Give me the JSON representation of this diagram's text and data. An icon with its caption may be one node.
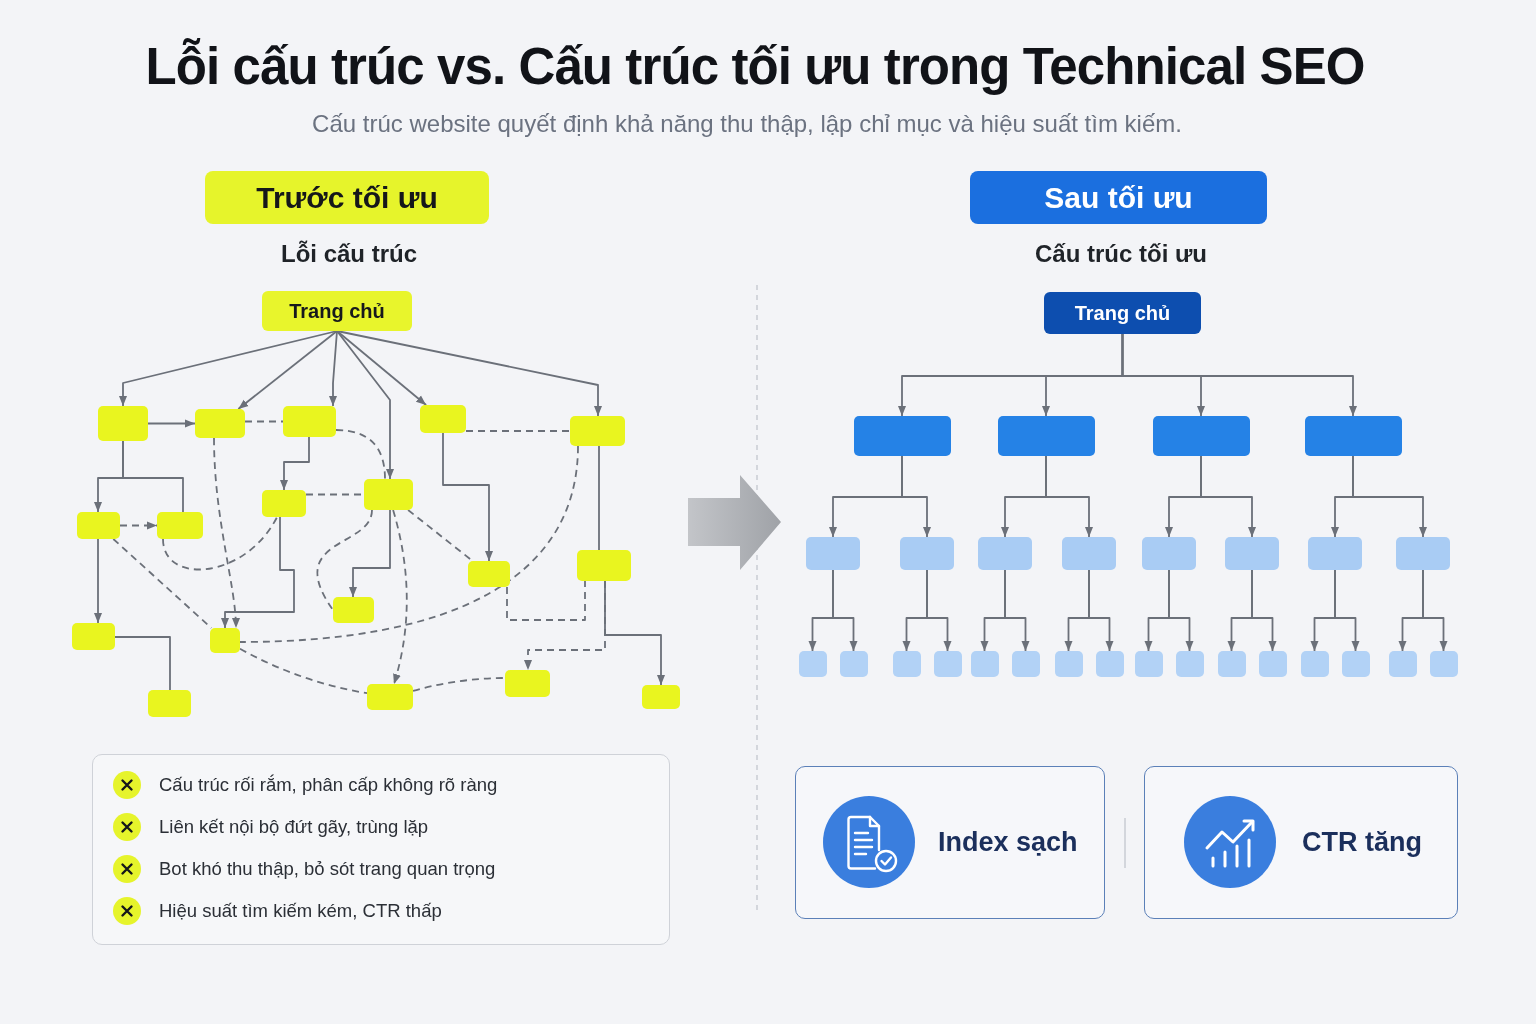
{
  "diagram": {
    "title": "Lỗi cấu trúc vs. Cấu trúc tối ưu trong Technical SEO",
    "nodes": [
      {
        "text": [
          "Trước tối ưu"
        ]
      },
      {
        "text": [
          "Sau tối ưu"
        ]
      },
      {
        "text": [
          "Trang chủ"
        ]
      },
      {
        "text": [],
        "shape": "box"
      },
      {
        "text": [],
        "shape": "box"
      },
      {
        "text": [],
        "shape": "box"
      },
      {
        "text": [],
        "shape": "box"
      },
      {
        "text": [],
        "shape": "box"
      },
      {
        "text": [],
        "shape": "box"
      },
      {
        "text": [],
        "shape": "box"
      },
      {
        "text": [],
        "shape": "box"
      },
      {
        "text": [],
        "shape": "box"
      },
      {
        "text": [],
        "shape": "box"
      },
      {
        "text": [],
        "shape": "box"
      },
      {
        "text": [],
        "shape": "box"
      },
      {
        "text": [],
        "shape": "box"
      },
      {
        "text": [],
        "shape": "box"
      },
      {
        "text": [],
        "shape": "box"
      },
      {
        "text": [],
        "shape": "box"
      },
      {
        "text": [],
        "shape": "box"
      },
      {
        "text": [],
        "shape": "box"
      },
      {
        "text": [
          "Trang chủ"
        ]
      },
      {
        "text": [],
        "shape": "box"
      },
      {
        "text": [],
        "shape": "box"
      },
      {
        "text": [],
        "shape": "box"
      },
      {
        "text": [],
        "shape": "box"
      },
      {
        "text": [],
        "shape": "box"
      },
      {
        "text": [],
        "shape": "box"
      },
      {
        "text": [],
        "shape": "box"
      },
      {
        "text": [],
        "shape": "box"
      },
      {
        "text": [],
        "shape": "box"
      },
      {
        "text": [],
        "shape": "box"
      },
      {
        "text": [],
        "shape": "box"
      },
      {
        "text": [],
        "shape": "box"
      },
      {
        "text": [],
        "shape": "box"
      },
      {
        "text": [],
        "shape": "box"
      },
      {
        "text": [],
        "shape": "box"
      },
      {
        "text": [],
        "shape": "box"
      },
      {
        "text": [],
        "shape": "box"
      },
      {
        "text": [],
        "shape": "box"
      },
      {
        "text": [],
        "shape": "box"
      },
      {
        "text": [],
        "shape": "box"
      },
      {
        "text": [],
        "shape": "box"
      },
      {
        "text": [],
        "shape": "box"
      },
      {
        "text": [],
        "shape": "box"
      },
      {
        "text": [],
        "shape": "box"
      },
      {
        "text": [],
        "shape": "box"
      },
      {
        "text": [],
        "shape": "box"
      },
      {
        "text": [],
        "shape": "box"
      },
      {
        "text": [],
        "shape": "box"
      },
      {
        "text": [
          "Cấu trúc rối rắm, phân cấp không rõ ràng",
          "Liên kết nội bộ đứt gãy, trùng lặp",
          "Bot khó thu thập, bỏ sót trang quan trọng",
          "Hiệu suất tìm kiếm kém, CTR thấp"
        ]
      },
      {
        "text": [
          "Index sạch"
        ]
      },
      {
        "text": [
          "CTR tăng"
        ]
      }
    ],
    "edges": [
      {
        "from": 2,
        "to": 3,
        "arrow": "to"
      },
      {
        "from": 2,
        "to": 4,
        "arrow": "to"
      },
      {
        "from": 2,
        "to": 5,
        "arrow": "to"
      },
      {
        "from": 2,
        "to": 9,
        "arrow": "to"
      },
      {
        "from": 2,
        "to": 6,
        "arrow": "to"
      },
      {
        "from": 2,
        "to": 7,
        "arrow": "to"
      },
      {
        "from": 3,
        "to": 4,
        "arrow": "to"
      },
      {
        "from": 3,
        "to": 10,
        "arrow": "to"
      },
      {
        "from": 3,
        "to": 11,
        "arrow": "none"
      },
      {
        "from": 10,
        "to": 11,
        "arrow": "to",
        "style": "dashed"
      },
      {
        "from": 5,
        "to": 8,
        "arrow": "to"
      },
      {
        "from": 10,
        "to": 15,
        "arrow": "to"
      },
      {
        "from": 15,
        "to": 19,
        "arrow": "none"
      },
      {
        "from": 8,
        "to": 16,
        "arrow": "to"
      },
      {
        "from": 9,
        "to": 14,
        "arrow": "to"
      },
      {
        "from": 6,
        "to": 12,
        "arrow": "to"
      },
      {
        "from": 7,
        "to": 13,
        "arrow": "none"
      },
      {
        "from": 13,
        "to": 20,
        "arrow": "to"
      },
      {
        "from": 4,
        "to": 5,
        "arrow": "none",
        "style": "dashed"
      },
      {
        "from": 5,
        "to": 9,
        "arrow": "none",
        "style": "dashed"
      },
      {
        "from": 6,
        "to": 7,
        "arrow": "none",
        "style": "dashed"
      },
      {
        "from": 8,
        "to": 9,
        "arrow": "none",
        "style": "dashed"
      },
      {
        "from": 7,
        "to": 16,
        "arrow": "none",
        "style": "dashed"
      },
      {
        "from": 10,
        "to": 16,
        "arrow": "none",
        "style": "dashed"
      },
      {
        "from": 16,
        "to": 18,
        "arrow": "none",
        "style": "dashed"
      },
      {
        "from": 18,
        "to": 17,
        "arrow": "none",
        "style": "dashed"
      },
      {
        "from": 13,
        "to": 17,
        "arrow": "to",
        "style": "dashed"
      },
      {
        "from": 12,
        "to": 13,
        "arrow": "none",
        "style": "dashed"
      },
      {
        "from": 9,
        "to": 18,
        "arrow": "to",
        "style": "dashed"
      },
      {
        "from": 9,
        "to": 12,
        "arrow": "none",
        "style": "dashed"
      },
      {
        "from": 9,
        "to": 14,
        "arrow": "none",
        "style": "dashed"
      },
      {
        "from": 11,
        "to": 8,
        "arrow": "none",
        "style": "dashed"
      },
      {
        "from": 4,
        "to": 16,
        "arrow": "to",
        "style": "dashed"
      },
      {
        "from": 21,
        "to": 22,
        "arrow": "to"
      },
      {
        "from": 21,
        "to": 23,
        "arrow": "to"
      },
      {
        "from": 21,
        "to": 24,
        "arrow": "to"
      },
      {
        "from": 21,
        "to": 25,
        "arrow": "to"
      },
      {
        "from": 22,
        "to": 26,
        "arrow": "to"
      },
      {
        "from": 22,
        "to": 27,
        "arrow": "to"
      },
      {
        "from": 23,
        "to": 28,
        "arrow": "to"
      },
      {
        "from": 23,
        "to": 29,
        "arrow": "to"
      },
      {
        "from": 24,
        "to": 30,
        "arrow": "to"
      },
      {
        "from": 24,
        "to": 31,
        "arrow": "to"
      },
      {
        "from": 25,
        "to": 32,
        "arrow": "to"
      },
      {
        "from": 25,
        "to": 33,
        "arrow": "to"
      },
      {
        "from": 26,
        "to": 34,
        "arrow": "to"
      },
      {
        "from": 26,
        "to": 35,
        "arrow": "to"
      },
      {
        "from": 27,
        "to": 36,
        "arrow": "to"
      },
      {
        "from": 27,
        "to": 37,
        "arrow": "to"
      },
      {
        "from": 28,
        "to": 38,
        "arrow": "to"
      },
      {
        "from": 28,
        "to": 39,
        "arrow": "to"
      },
      {
        "from": 29,
        "to": 40,
        "arrow": "to"
      },
      {
        "from": 29,
        "to": 41,
        "arrow": "to"
      },
      {
        "from": 30,
        "to": 42,
        "arrow": "to"
      },
      {
        "from": 30,
        "to": 43,
        "arrow": "to"
      },
      {
        "from": 31,
        "to": 44,
        "arrow": "to"
      },
      {
        "from": 31,
        "to": 45,
        "arrow": "to"
      },
      {
        "from": 32,
        "to": 46,
        "arrow": "to"
      },
      {
        "from": 32,
        "to": 47,
        "arrow": "to"
      },
      {
        "from": 33,
        "to": 48,
        "arrow": "to"
      },
      {
        "from": 33,
        "to": 49,
        "arrow": "to"
      }
    ],
    "labels": [
      "Cấu trúc website quyết định khả năng thu thập, lập chỉ mục và hiệu suất tìm kiếm.",
      "Lỗi cấu trúc",
      "Cấu trúc tối ưu"
    ]
  }
}
